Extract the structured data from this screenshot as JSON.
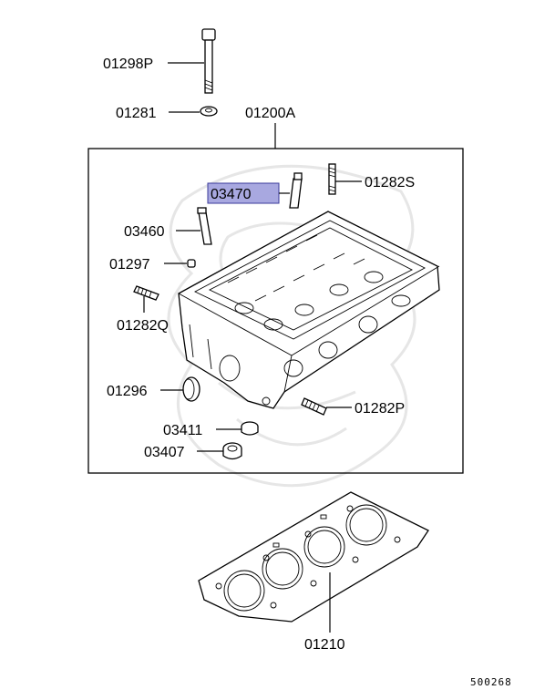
{
  "labels": {
    "p01298P": "01298P",
    "p01281": "01281",
    "p01200A": "01200A",
    "p03470": "03470",
    "p01282S": "01282S",
    "p03460": "03460",
    "p01297": "01297",
    "p01282Q": "01282Q",
    "p01296": "01296",
    "p01282P": "01282P",
    "p03411": "03411",
    "p03407": "03407",
    "p01210": "01210"
  },
  "diagram_code": "500268",
  "colors": {
    "highlight_fill": "#a8a8e0",
    "highlight_border": "#3a3a9a",
    "line": "#000000",
    "watermark": "#e6e6e6"
  },
  "highlighted_part": "03470"
}
